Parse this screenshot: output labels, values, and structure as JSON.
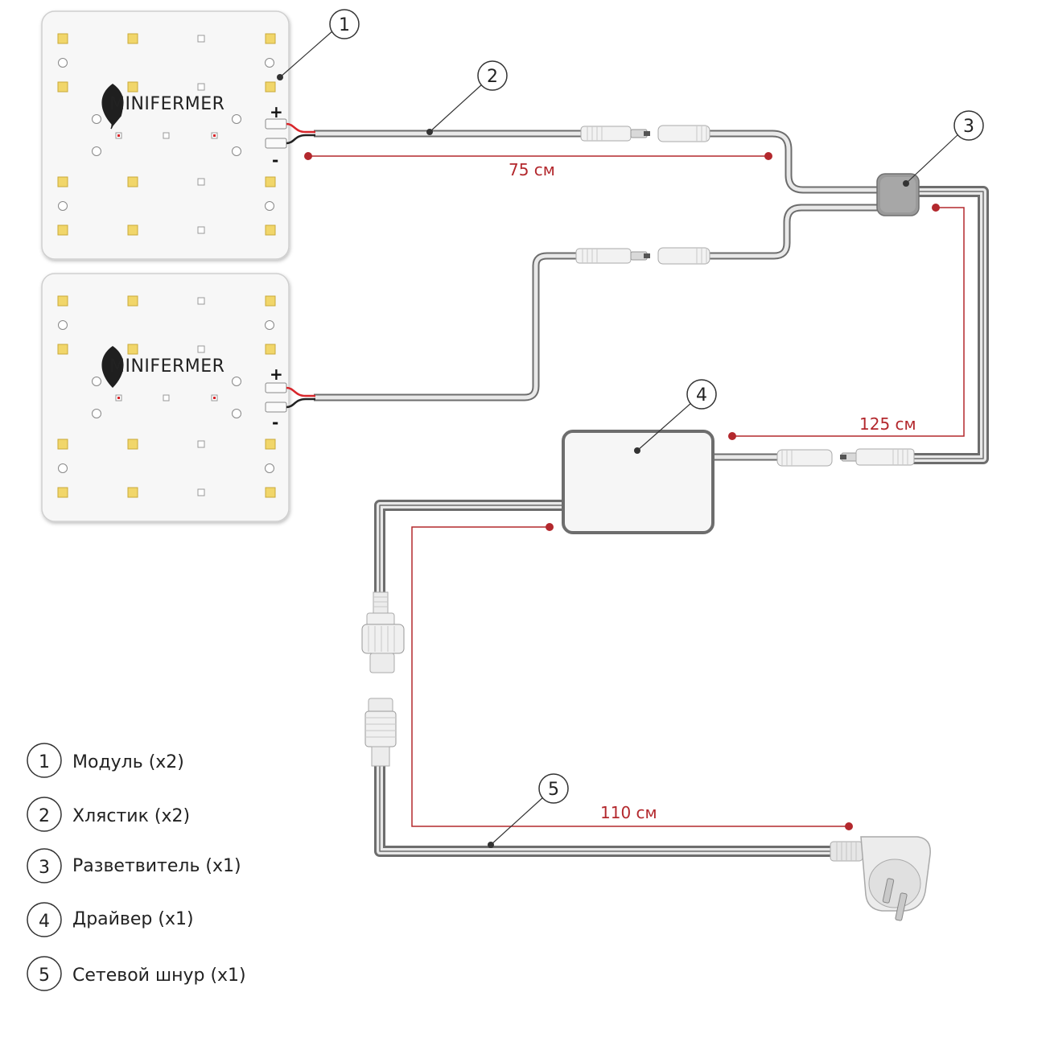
{
  "colors": {
    "dimension": "#b3282d",
    "cable_outer": "#6d6d6d",
    "cable_inner": "#e6e6e6",
    "module": "#f7f7f7",
    "led_white": "#f7f0cf",
    "led_yellow": "#f1d66a",
    "wire_red": "#d8262b",
    "wire_black": "#222222"
  },
  "modules": [
    {
      "brand": "MINIFERMER",
      "plus": "+",
      "minus": "-"
    },
    {
      "brand": "MINIFERMER",
      "plus": "+",
      "minus": "-"
    }
  ],
  "callouts": [
    "1",
    "2",
    "3",
    "4",
    "5"
  ],
  "dimensions": {
    "whip": "75 см",
    "splitter_to_driver": "125 см",
    "power_cord": "110 см"
  },
  "legend": [
    {
      "num": "1",
      "label": "Модуль (x2)"
    },
    {
      "num": "2",
      "label": "Хлястик (x2)"
    },
    {
      "num": "3",
      "label": "Разветвитель (x1)"
    },
    {
      "num": "4",
      "label": "Драйвер (x1)"
    },
    {
      "num": "5",
      "label": "Сетевой шнур (x1)"
    }
  ]
}
